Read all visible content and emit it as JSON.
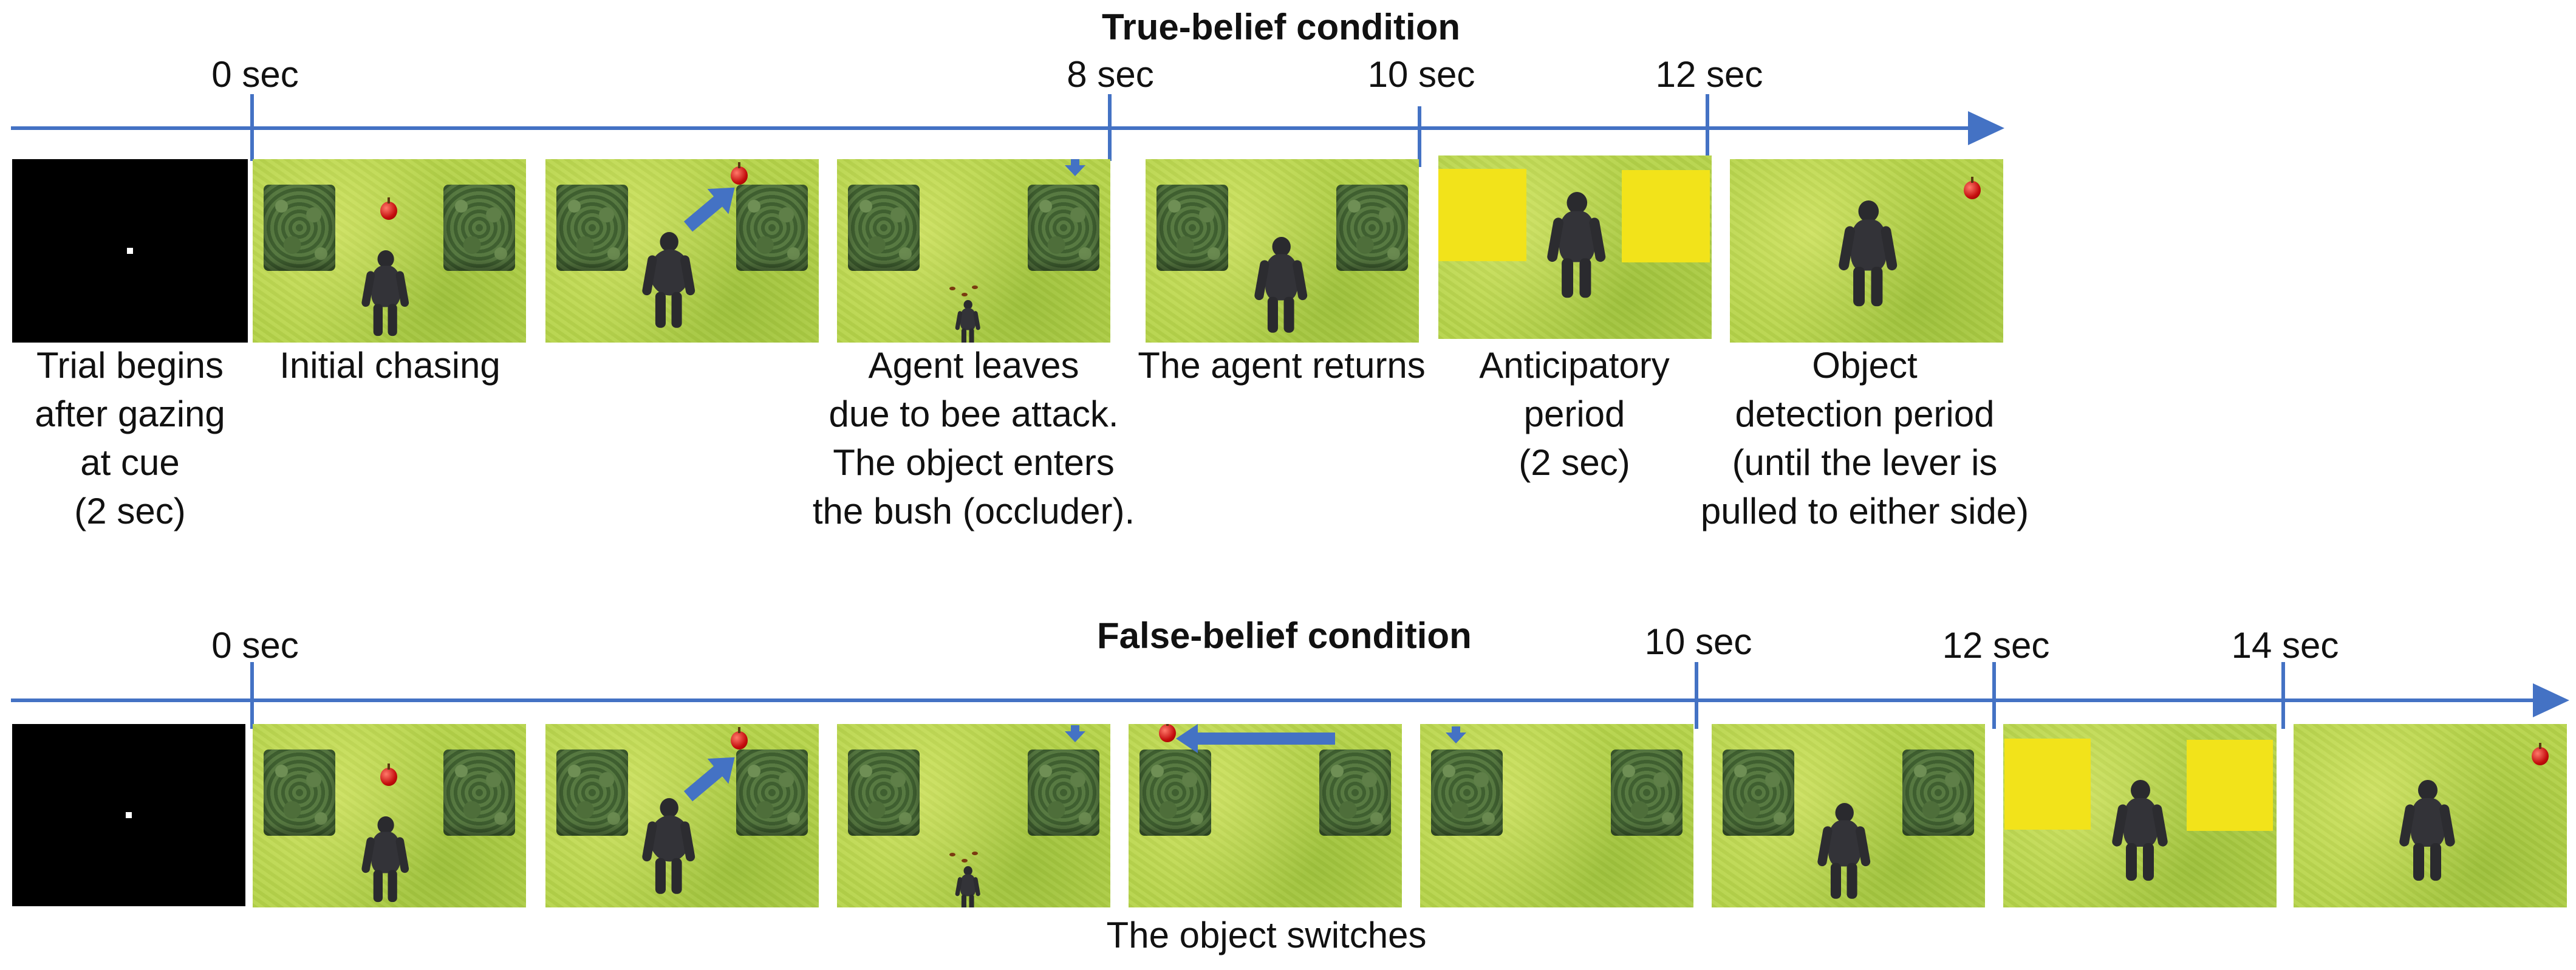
{
  "true_belief": {
    "title": "True-belief condition",
    "ticks": [
      "0 sec",
      "8 sec",
      "10 sec",
      "12 sec"
    ],
    "captions": {
      "cue": [
        "Trial begins",
        "after gazing",
        "at cue",
        "(2 sec)"
      ],
      "chasing": [
        "Initial chasing"
      ],
      "leaves": [
        "Agent leaves",
        "due to bee attack.",
        "The object enters",
        "the bush (occluder)."
      ],
      "returns": [
        "The agent returns"
      ],
      "anticipatory": [
        "Anticipatory",
        "period",
        "(2 sec)"
      ],
      "detection": [
        "Object",
        "detection period",
        "(until the lever is",
        "pulled to either side)"
      ]
    }
  },
  "false_belief": {
    "title": "False-belief condition",
    "ticks": [
      "0 sec",
      "10 sec",
      "12 sec",
      "14 sec"
    ],
    "captions": {
      "switches": [
        "The object switches"
      ]
    }
  },
  "colors": {
    "timeline": "#4472c4",
    "grass": "#b6d44a",
    "occluder_yellow": "#f2e31a",
    "apple": "#c40d0d"
  }
}
